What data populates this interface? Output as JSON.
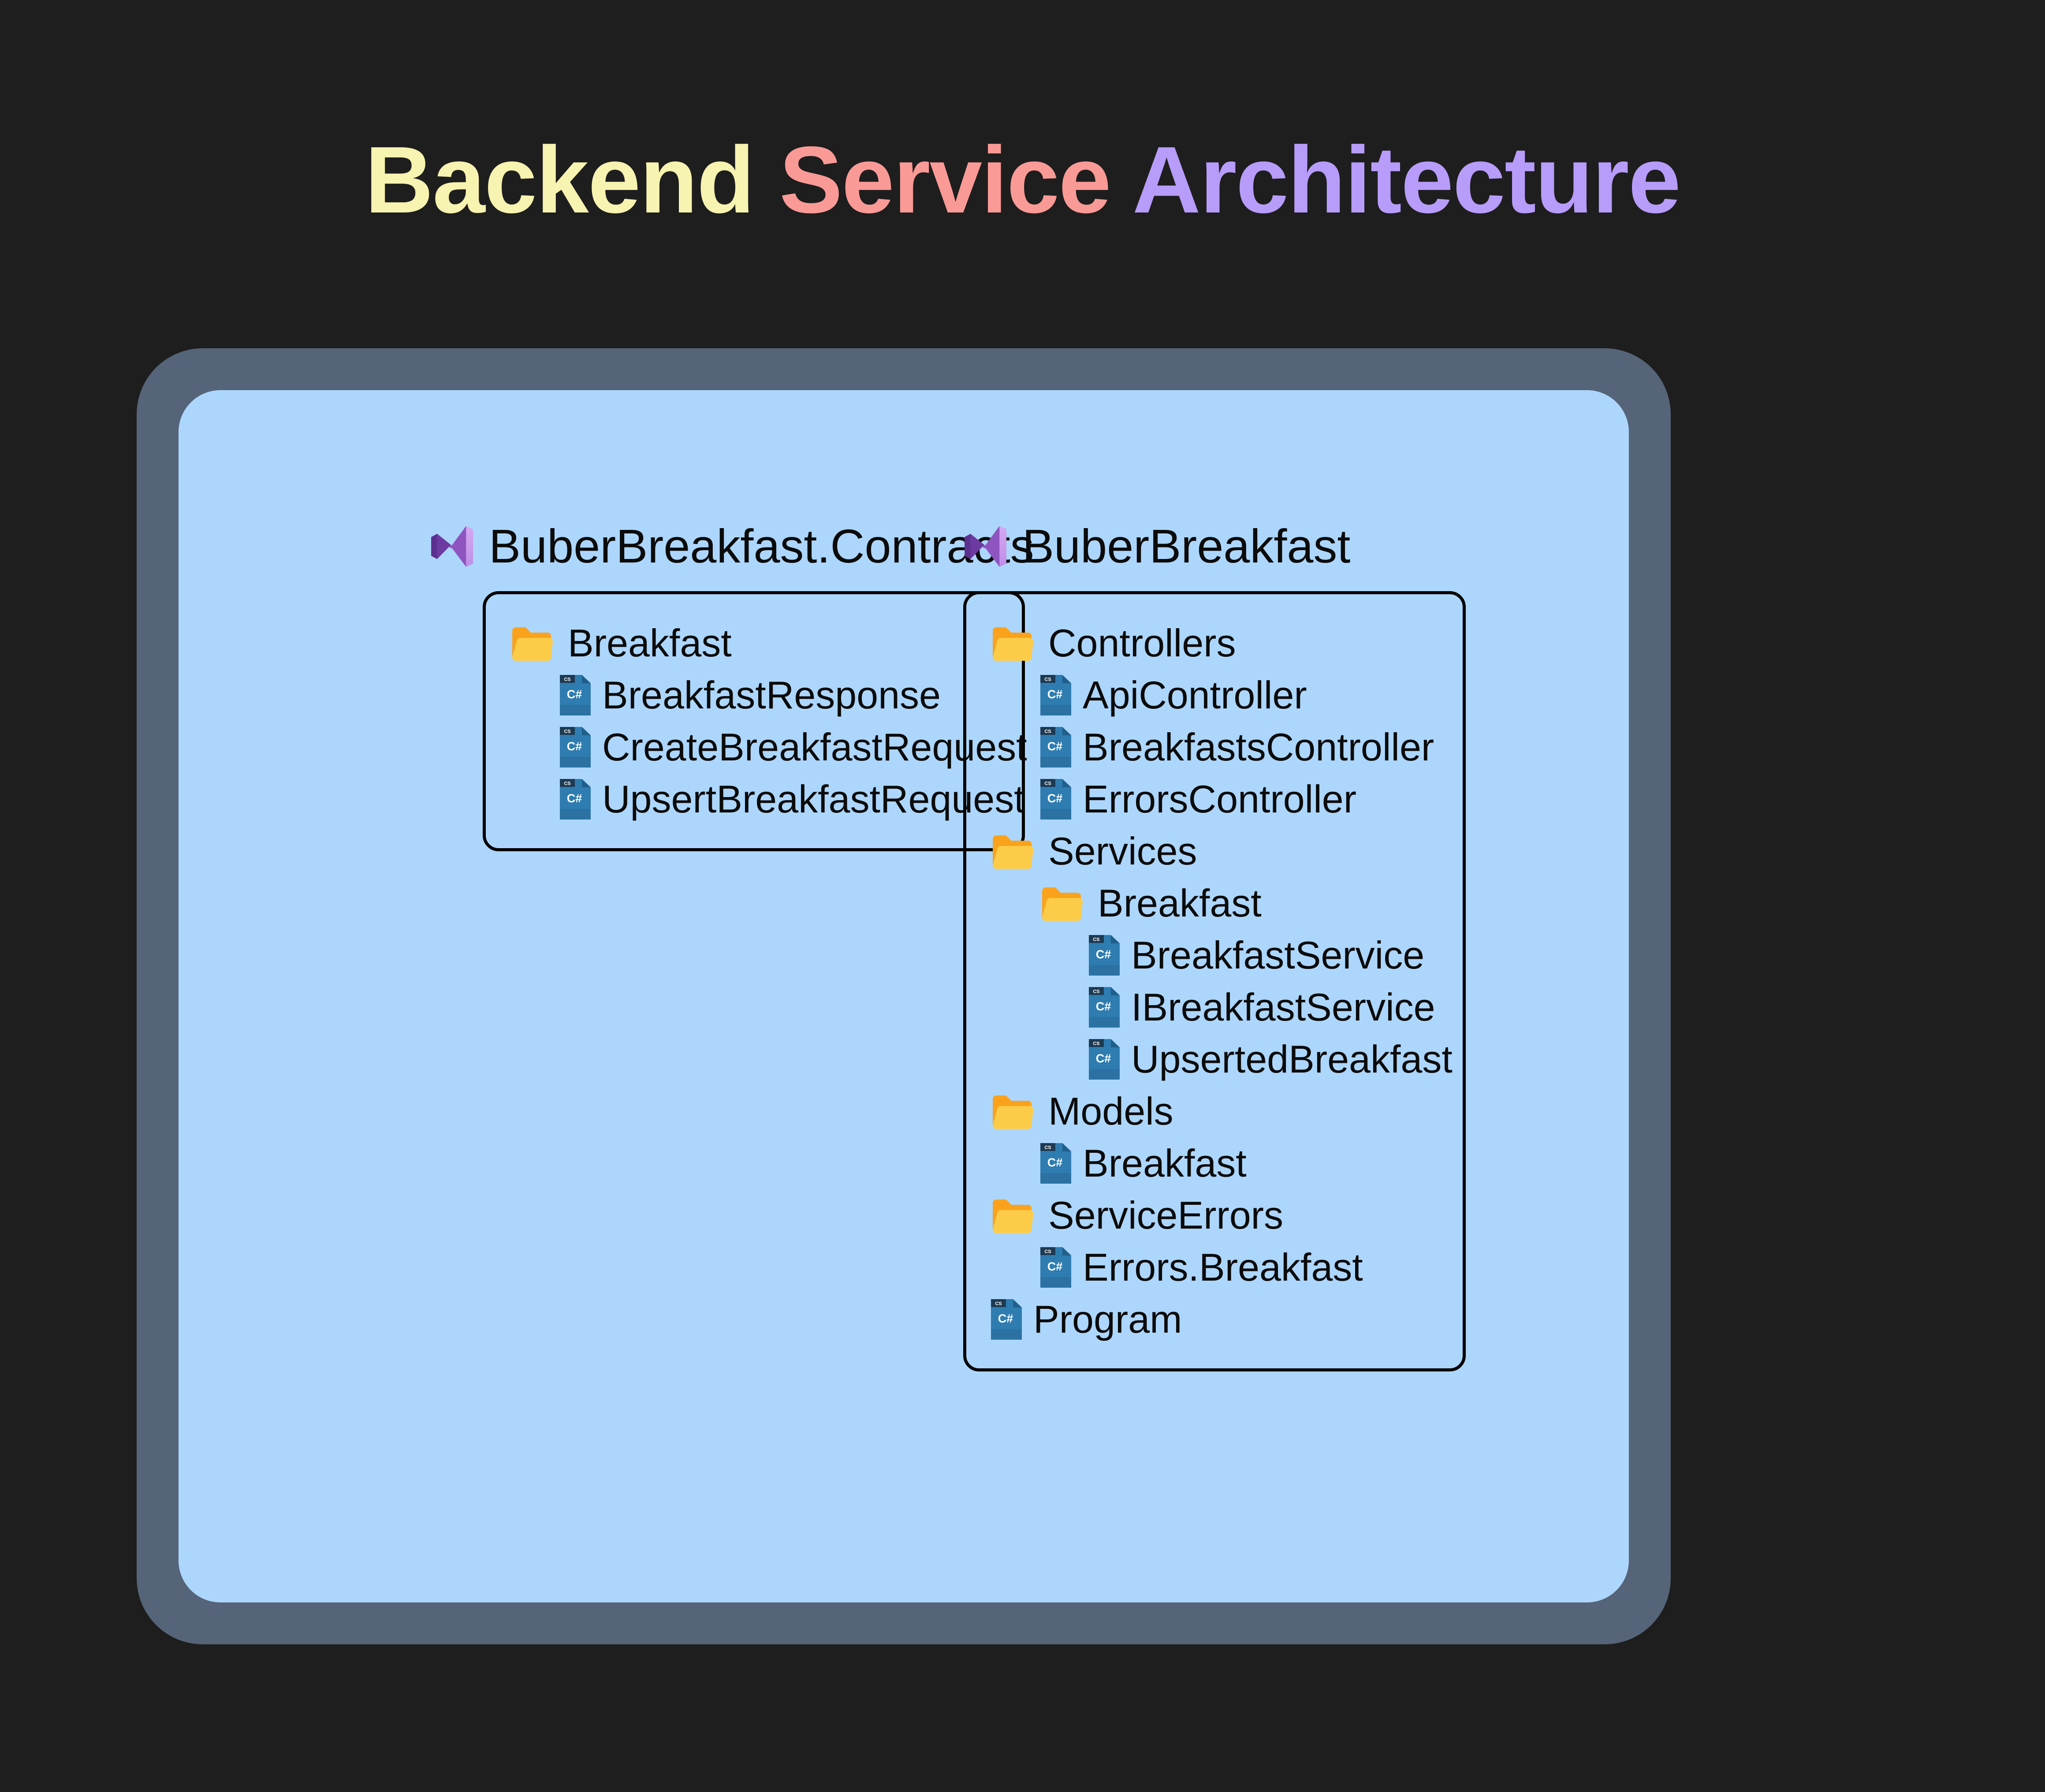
{
  "title": {
    "word1": "Backend",
    "word2": "Service",
    "word3": "Architecture",
    "colors": {
      "word1": "#F7F3B0",
      "word2": "#FA9A96",
      "word3": "#B79CFA"
    }
  },
  "theme": {
    "background": "#1E1E1E",
    "card_border": "#556478",
    "card_fill": "#ADD6FD",
    "box_border": "#000000",
    "text": "#0B0B0B",
    "folder_back": "#FAA21B",
    "folder_front": "#FCCC48",
    "cs_file_body": "#2E7CB0",
    "cs_file_badge": "#1E3A52",
    "cs_file_text": "#FFFFFF"
  },
  "projects": [
    {
      "name": "BuberBreakfast.Contracts",
      "icon": "visual-studio-icon",
      "tree": [
        {
          "label": "Breakfast",
          "type": "folder",
          "indent": 0
        },
        {
          "label": "BreakfastResponse",
          "type": "file",
          "indent": 1
        },
        {
          "label": "CreateBreakfastRequest",
          "type": "file",
          "indent": 1
        },
        {
          "label": "UpsertBreakfastRequest",
          "type": "file",
          "indent": 1
        }
      ]
    },
    {
      "name": "BuberBreakfast",
      "icon": "visual-studio-icon",
      "tree": [
        {
          "label": "Controllers",
          "type": "folder",
          "indent": 0
        },
        {
          "label": "ApiController",
          "type": "file",
          "indent": 1
        },
        {
          "label": "BreakfastsController",
          "type": "file",
          "indent": 1
        },
        {
          "label": "ErrorsController",
          "type": "file",
          "indent": 1
        },
        {
          "label": "Services",
          "type": "folder",
          "indent": 0
        },
        {
          "label": "Breakfast",
          "type": "folder",
          "indent": 1
        },
        {
          "label": "BreakfastService",
          "type": "file",
          "indent": 2
        },
        {
          "label": "IBreakfastService",
          "type": "file",
          "indent": 2
        },
        {
          "label": "UpsertedBreakfast",
          "type": "file",
          "indent": 2
        },
        {
          "label": "Models",
          "type": "folder",
          "indent": 0
        },
        {
          "label": "Breakfast",
          "type": "file",
          "indent": 1
        },
        {
          "label": "ServiceErrors",
          "type": "folder",
          "indent": 0
        },
        {
          "label": "Errors.Breakfast",
          "type": "file",
          "indent": 1
        },
        {
          "label": "Program",
          "type": "file",
          "indent": 0
        }
      ]
    }
  ],
  "icon_labels": {
    "folder": "folder-icon",
    "csharp_file": "csharp-file-icon",
    "csharp_badge_text": "CS",
    "csharp_body_text": "C#"
  }
}
